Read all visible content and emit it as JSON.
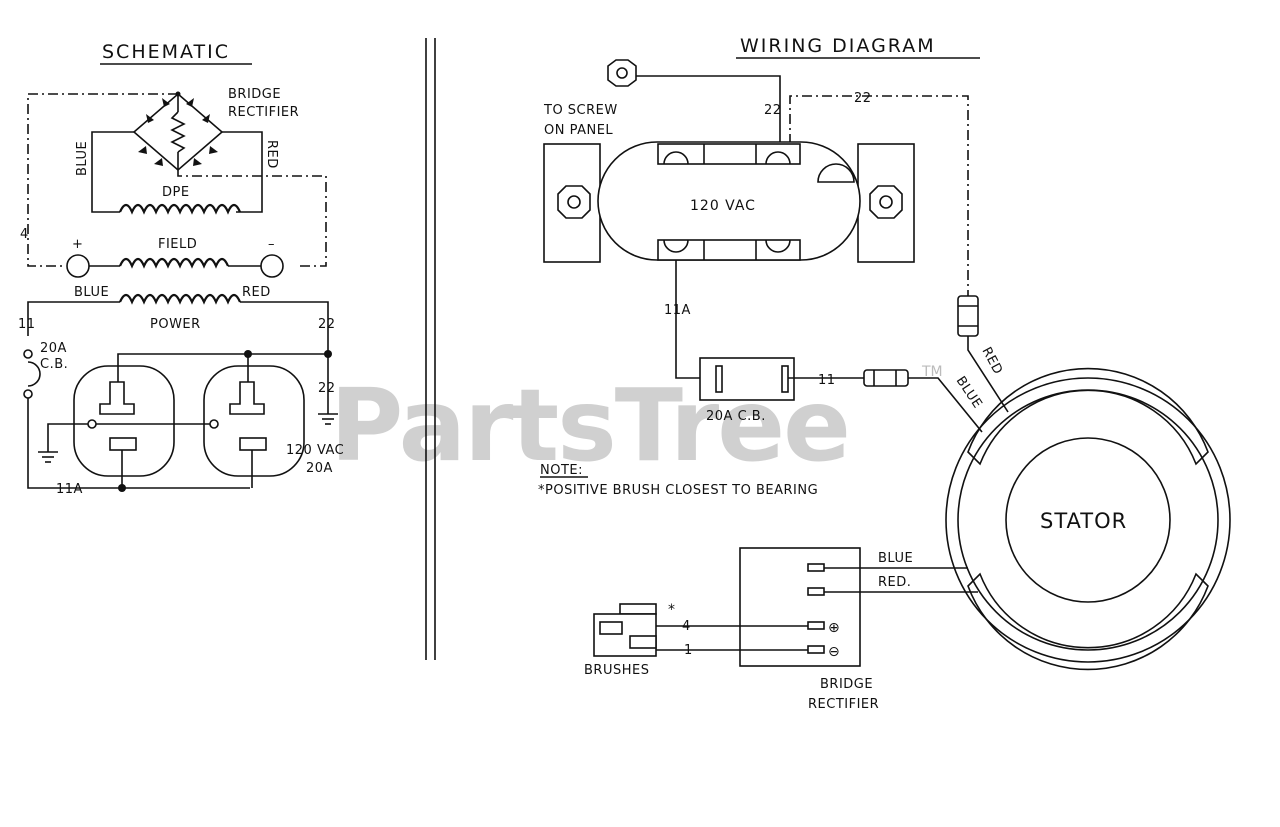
{
  "watermark": {
    "text": "PartsTree",
    "tm": "TM"
  },
  "schematic": {
    "title": "SCHEMATIC",
    "bridge_rectifier": [
      "BRIDGE",
      "RECTIFIER"
    ],
    "blue_v": "BLUE",
    "red_v": "RED",
    "dpe": "DPE",
    "wire_4": "4",
    "plus": "+",
    "field": "FIELD",
    "minus": "–",
    "blue": "BLUE",
    "red": "RED",
    "power": "POWER",
    "wire_11": "11",
    "wire_22_top": "22",
    "cb": [
      "20A",
      "C.B."
    ],
    "wire_22_bottom": "22",
    "outlet_rating": [
      "120 VAC",
      "20A"
    ],
    "wire_11a": "11A"
  },
  "wiring": {
    "title": "WIRING DIAGRAM",
    "to_screw": [
      "TO SCREW",
      "ON PANEL"
    ],
    "wire_22_a": "22",
    "wire_22_b": "22",
    "receptacle": "120 VAC",
    "wire_11a": "11A",
    "cb": "20A C.B.",
    "wire_11": "11",
    "red": "RED",
    "blue": "BLUE",
    "note_title": "NOTE:",
    "note_text": "*POSITIVE BRUSH CLOSEST TO BEARING",
    "stator": "STATOR",
    "blue_lead": "BLUE",
    "red_lead": "RED.",
    "asterisk": "*",
    "wire_4": "4",
    "wire_1": "1",
    "plus_sym": "⊕",
    "minus_sym": "⊖",
    "brushes": "BRUSHES",
    "bridge_rectifier": [
      "BRIDGE",
      "RECTIFIER"
    ]
  }
}
